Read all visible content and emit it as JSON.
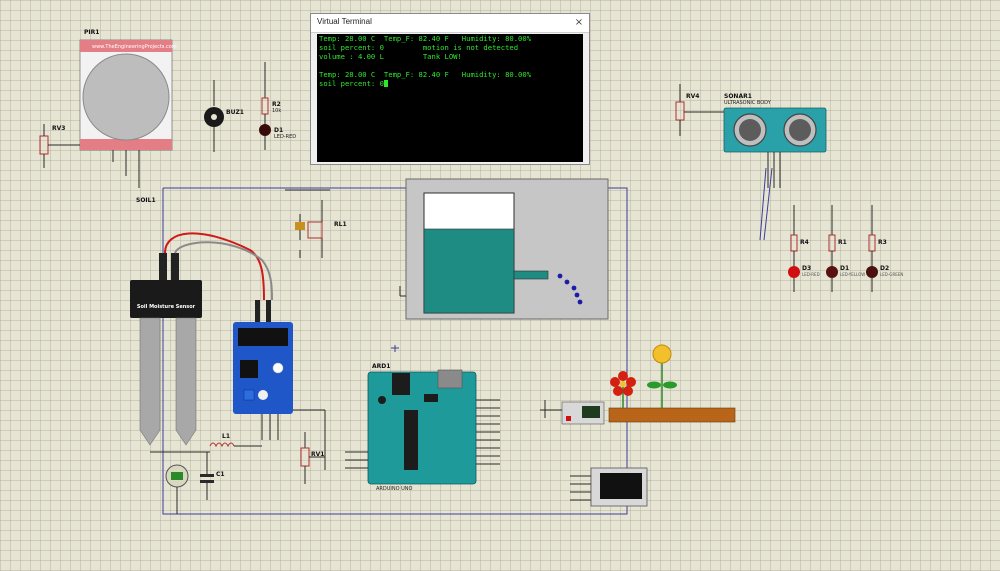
{
  "terminal": {
    "title": "Virtual Terminal",
    "close_glyph": "×",
    "lines": [
      "Temp: 28.00 C  Temp_F: 82.40 F   Humidity: 80.00%",
      "soil percent: 0         motion is not detected",
      "volume : 4.00 L         Tank LOW!",
      "",
      "Temp: 28.00 C  Temp_F: 82.40 F   Humidity: 80.00%",
      "soil percent: 0"
    ]
  },
  "components": {
    "pir": {
      "ref": "PIR1",
      "url": "www.TheEngineeringProjects.com"
    },
    "pot_pir": {
      "ref": "RV3"
    },
    "buzzer": {
      "ref": "BUZ1"
    },
    "res_r2": {
      "ref": "R2",
      "value": "10k"
    },
    "led_d1": {
      "ref": "D1",
      "value": "LED-RED"
    },
    "soil_sensor": {
      "ref": "SOIL1",
      "label": "Soil Moisture Sensor"
    },
    "relay": {
      "ref": "RL1"
    },
    "pot_ultra": {
      "ref": "RV4"
    },
    "ultrasonic": {
      "ref": "SONAR1",
      "value": "ULTRASONIC BODY"
    },
    "led_r": {
      "r_ref": "R4",
      "led_ref": "D3",
      "led_value": "LED-RED"
    },
    "led_y": {
      "r_ref": "R1",
      "led_ref": "D1",
      "led_value": "LED-YELLOW"
    },
    "led_g": {
      "r_ref": "R3",
      "led_ref": "D2",
      "led_value": "LED-GREEN"
    },
    "arduino": {
      "ref": "ARD1",
      "value": "ARDUINO UNO"
    },
    "inductor": {
      "ref": "L1"
    },
    "capacitor": {
      "ref": "C1"
    },
    "pot_soil": {
      "ref": "RV1"
    }
  },
  "colors": {
    "grid_bg": "#e6e4d2",
    "wire": "#3c3c9a",
    "terminal_text": "#2ee82e",
    "water": "#1f8c84",
    "arduino": "#1e9a9a",
    "sensor_board": "#1f56c8",
    "ultrasonic": "#2aa0a8",
    "led_red": "#d01010",
    "led_yellow": "#5a1010",
    "led_green": "#4a1010"
  },
  "tank": {
    "level_percent": 70
  }
}
